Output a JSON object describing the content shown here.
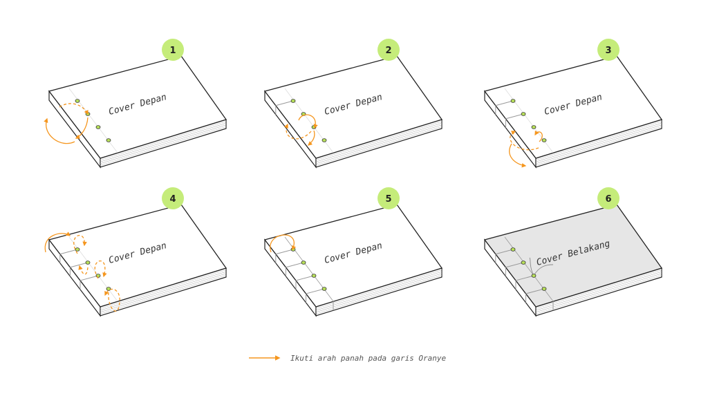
{
  "steps": [
    {
      "number": "1",
      "cover_label": "Cover Depan"
    },
    {
      "number": "2",
      "cover_label": "Cover Depan"
    },
    {
      "number": "3",
      "cover_label": "Cover Depan"
    },
    {
      "number": "4",
      "cover_label": "Cover Depan"
    },
    {
      "number": "5",
      "cover_label": "Cover Depan"
    },
    {
      "number": "6",
      "cover_label": "Cover Belakang"
    }
  ],
  "legend": {
    "text": "Ikuti arah panah pada garis Oranye"
  },
  "colors": {
    "badge": "#c5ec7a",
    "arrow": "#f5961e",
    "hole": "#b8e05a",
    "back_cover": "#e6e6e6"
  }
}
